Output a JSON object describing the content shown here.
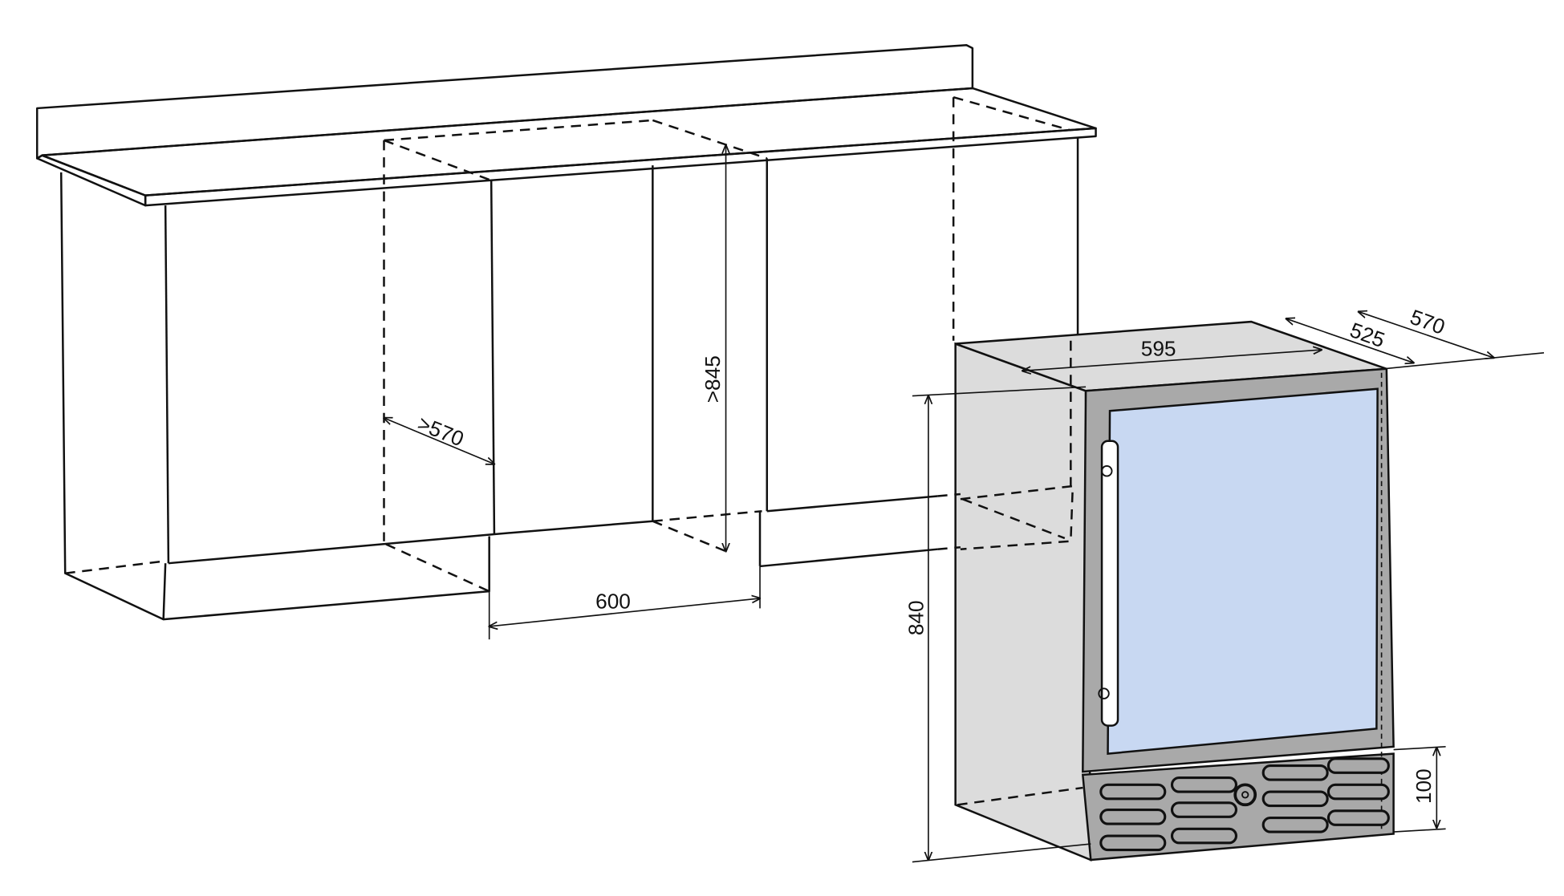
{
  "title": "Built-in wine cooler installation dimensions (mm)",
  "dimensions": {
    "niche_depth": ">570",
    "niche_height": ">845",
    "niche_width": "600",
    "appliance_width": "595",
    "appliance_depth_body": "525",
    "appliance_depth_total": "570",
    "appliance_height": "840",
    "plinth_height": "100"
  },
  "colors": {
    "glass": "#c8d8f2",
    "steel": "#a9a9a9",
    "side": "#dcdcdc"
  }
}
